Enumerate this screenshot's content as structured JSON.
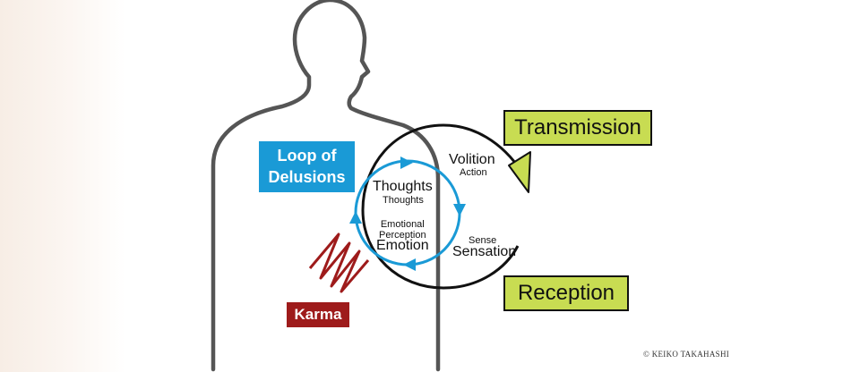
{
  "labels": {
    "loop_of_delusions": "Loop of\nDelusions",
    "transmission": "Transmission",
    "reception": "Reception",
    "karma": "Karma",
    "volition": "Volition",
    "action": "Action",
    "sense": "Sense",
    "sensation": "Sensation",
    "thoughts_large": "Thoughts",
    "thoughts_small": "Thoughts",
    "emotional_perception": "Emotional\nPerception",
    "emotion": "Emotion"
  },
  "copyright": "© KEIKO TAKAHASHI",
  "colors": {
    "silhouette": "#555555",
    "loop_blue": "#1a9ad6",
    "green": "#c8dc52",
    "karma_red": "#9e1b1b",
    "outer_circle": "#111111"
  }
}
